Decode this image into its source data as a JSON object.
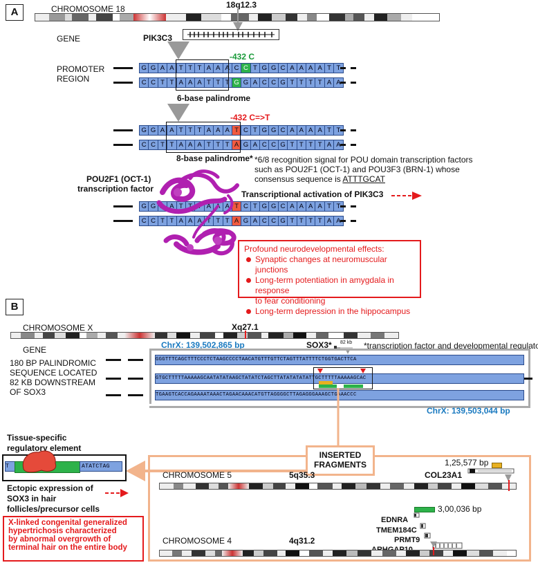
{
  "panelA": {
    "label": "A",
    "chromosome": "CHROMOSOME 18",
    "band": "18q12.3",
    "gene_label": "GENE",
    "gene_name": "PIK3C3",
    "promoter_label_1": "PROMOTER",
    "promoter_label_2": "REGION",
    "variant_ref": "-432 C",
    "seq1_top": [
      "G",
      "G",
      "A",
      "A",
      "T",
      "T",
      "T",
      "A",
      "A",
      "A",
      "C",
      "C",
      "T",
      "G",
      "G",
      "C",
      "A",
      "A",
      "A",
      "A",
      "T",
      "T"
    ],
    "seq1_bottom": [
      "C",
      "C",
      "T",
      "T",
      "A",
      "A",
      "A",
      "T",
      "T",
      "T",
      "G",
      "G",
      "A",
      "C",
      "C",
      "G",
      "T",
      "T",
      "T",
      "T",
      "A",
      "A"
    ],
    "palindrome6": "6-base palindrome",
    "variant_alt": "-432 C=>T",
    "seq2_top": [
      "G",
      "G",
      "A",
      "A",
      "T",
      "T",
      "T",
      "A",
      "A",
      "A",
      "T",
      "C",
      "T",
      "G",
      "G",
      "C",
      "A",
      "A",
      "A",
      "A",
      "T",
      "T"
    ],
    "seq2_bottom": [
      "C",
      "C",
      "T",
      "T",
      "A",
      "A",
      "A",
      "T",
      "T",
      "T",
      "A",
      "G",
      "A",
      "C",
      "C",
      "G",
      "T",
      "T",
      "T",
      "T",
      "A",
      "A"
    ],
    "palindrome8": "8-base palindrome*",
    "footnote_1": "*6/8 recognition signal for POU domain transcription factors",
    "footnote_2": "such as POU2F1 (OCT-1) and POU3F3 (BRN-1) whose",
    "footnote_3": "consensus sequence is",
    "consensus": "ATTTGCAT",
    "tf_name": "POU2F1 (OCT-1)",
    "tf_desc": "transcription factor",
    "activation": "Transcriptional activation of PIK3C3",
    "effects_title": "Profound neurodevelopmental effects:",
    "effects": [
      "Synaptic changes at neuromuscular junctions",
      "Long-term potentiation in amygdala in response",
      "to fear conditioning",
      "Long-term depression in the hippocampus"
    ]
  },
  "panelB": {
    "label": "B",
    "chromosome": "CHROMOSOME X",
    "band": "Xq27.1",
    "gene_label": "GENE",
    "coord_start": "ChrX: 139,502,865 bp",
    "gene_name": "SOX3*",
    "dist": "82 kb",
    "gene_note": "*transcription factor and developmental regulator",
    "palin_1": "180 BP PALINDROMIC",
    "palin_2": "SEQUENCE LOCATED",
    "palin_3": "82 KB DOWNSTREAM",
    "palin_4": "OF SOX3",
    "line1": "GGGTTTCAGCTTTCCCTCTAAGCCCCTAACATGTTTGTTCTAGTTTATTTTCTGGTGACTTCA",
    "line2": "GTGCTTTTTAAAAAGCAATATATAAGCTATATCTAGCTTATATATATATTGCTTTTTAAAAAGCAC",
    "line3": "TGAAGTCACCAGAAAATAAACTAGAACAAACATGTTAGGGGCTTAGAGGGAAAGCTGAAACCC",
    "coord_end": "ChrX: 139,503,044 bp",
    "tissue_1": "Tissue-specific",
    "tissue_2": "regulatory element",
    "element_seq": "ATATCTAG",
    "element_left": "T",
    "ectopic_1": "Ectopic expression of",
    "ectopic_2": "SOX3 in hair",
    "ectopic_3": "follicles/precursor cells",
    "phenotype_1": "X-linked congenital generalized",
    "phenotype_2": "hypertrichosis characterized",
    "phenotype_3": "by abnormal overgrowth of",
    "phenotype_4": "terminal hair on the entire body",
    "inserted_1": "INSERTED",
    "inserted_2": "FRAGMENTS",
    "chr5": "CHROMOSOME 5",
    "chr5_band": "5q35.3",
    "chr5_gene": "COL23A1",
    "chr5_size": "1,25,577 bp",
    "chr4": "CHROMOSOME 4",
    "chr4_band": "4q31.2",
    "chr4_size": "3,00,036 bp",
    "chr4_genes": [
      "EDNRA",
      "TMEM184C",
      "PRMT9",
      "ARHGAP10"
    ]
  },
  "colors": {
    "base": "#7ea2e0",
    "ref_highlight": "#2db24a",
    "alt_highlight": "#f05a40",
    "alert": "#e41a1c",
    "coord": "#1a7ac0",
    "insert_frame": "#f2b48c",
    "protein": "#b020b0"
  }
}
